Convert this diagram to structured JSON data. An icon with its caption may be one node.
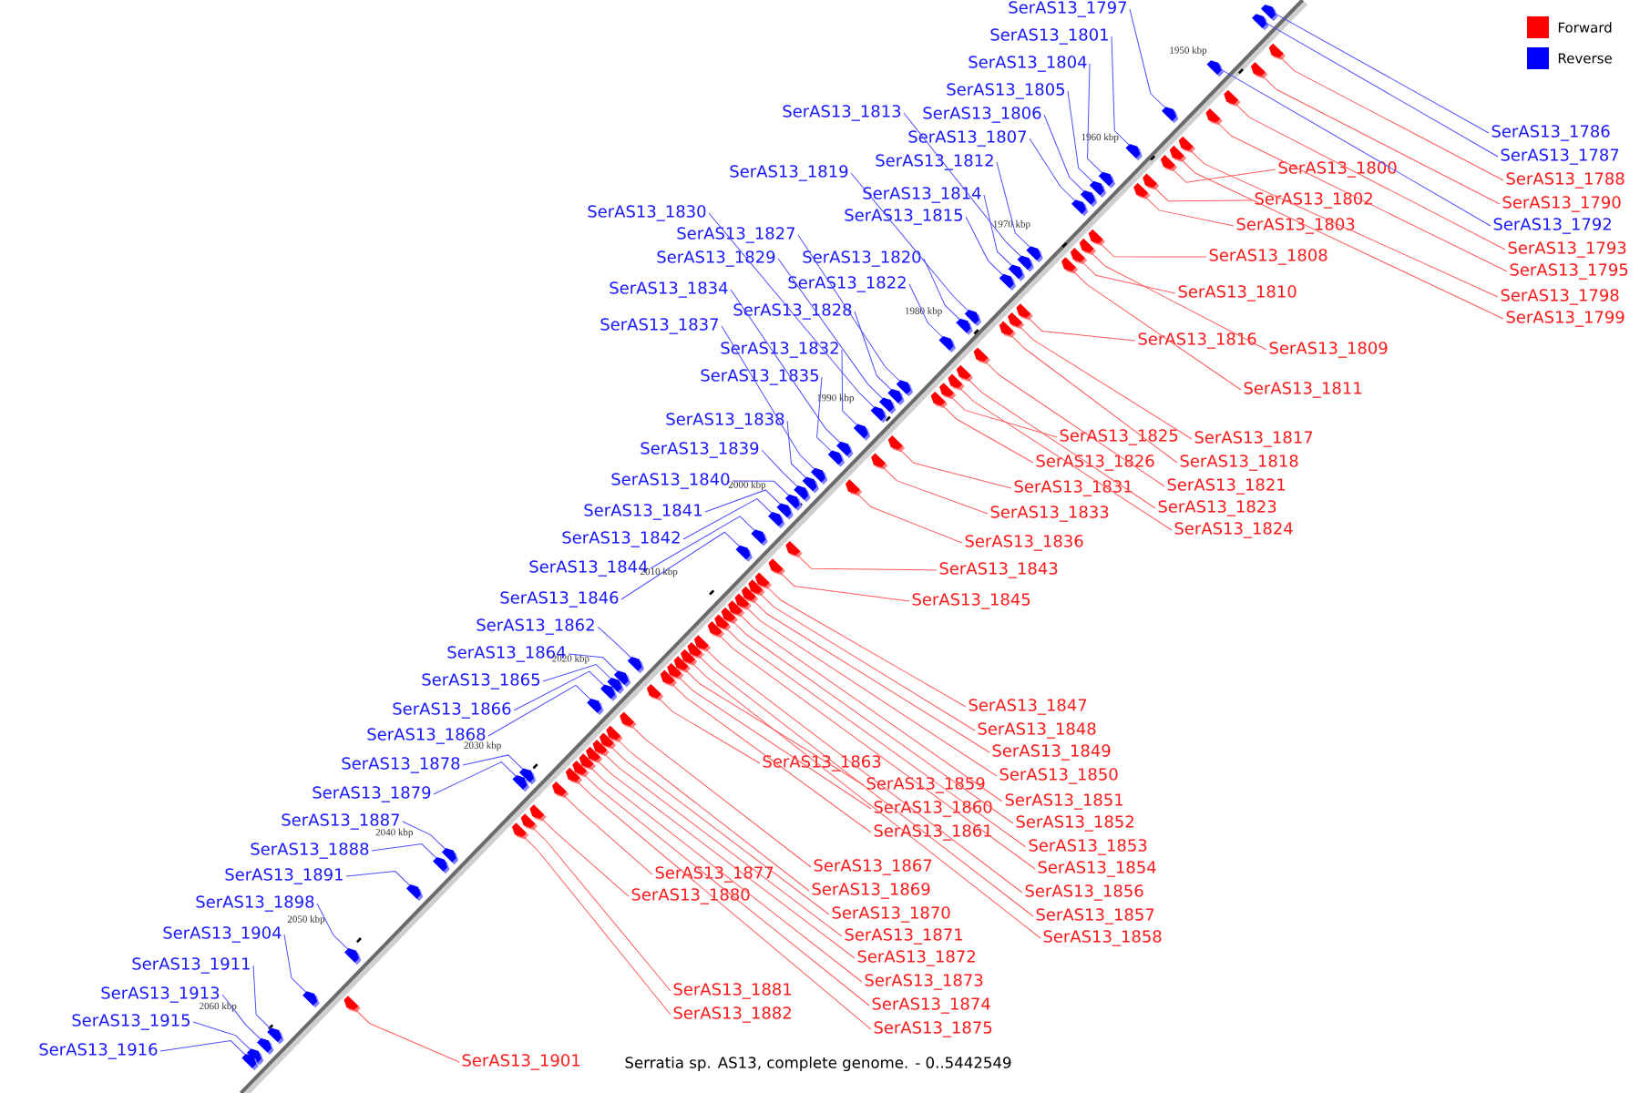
{
  "diagram": {
    "caption": "Serratia sp. AS13, complete genome. - 0..5442549",
    "nodes": [
      {
        "text": [
          "SerAS13_1797"
        ]
      },
      {
        "text": [
          "SerAS13_1801"
        ]
      },
      {
        "text": [
          "SerAS13_1804"
        ]
      },
      {
        "text": [
          "SerAS13_1805"
        ]
      },
      {
        "text": [
          "SerAS13_1813"
        ]
      },
      {
        "text": [
          "SerAS13_1806"
        ]
      },
      {
        "text": [
          "SerAS13_1807"
        ]
      },
      {
        "text": [
          "SerAS13_1812"
        ]
      },
      {
        "text": [
          "SerAS13_1819"
        ]
      },
      {
        "text": [
          "SerAS13_1814"
        ]
      },
      {
        "text": [
          "SerAS13_1815"
        ]
      },
      {
        "text": [
          "SerAS13_1830"
        ]
      },
      {
        "text": [
          "SerAS13_1827"
        ]
      },
      {
        "text": [
          "SerAS13_1829"
        ]
      },
      {
        "text": [
          "SerAS13_1820"
        ]
      },
      {
        "text": [
          "SerAS13_1822"
        ]
      },
      {
        "text": [
          "SerAS13_1834"
        ]
      },
      {
        "text": [
          "SerAS13_1828"
        ]
      },
      {
        "text": [
          "SerAS13_1837"
        ]
      },
      {
        "text": [
          "SerAS13_1832"
        ]
      },
      {
        "text": [
          "SerAS13_1835"
        ]
      },
      {
        "text": [
          "SerAS13_1838"
        ]
      },
      {
        "text": [
          "SerAS13_1839"
        ]
      },
      {
        "text": [
          "SerAS13_1840"
        ]
      },
      {
        "text": [
          "SerAS13_1841"
        ]
      },
      {
        "text": [
          "SerAS13_1842"
        ]
      },
      {
        "text": [
          "SerAS13_1844"
        ]
      },
      {
        "text": [
          "SerAS13_1846"
        ]
      },
      {
        "text": [
          "SerAS13_1862"
        ]
      },
      {
        "text": [
          "SerAS13_1864"
        ]
      },
      {
        "text": [
          "SerAS13_1865"
        ]
      },
      {
        "text": [
          "SerAS13_1866"
        ]
      },
      {
        "text": [
          "SerAS13_1868"
        ]
      },
      {
        "text": [
          "SerAS13_1878"
        ]
      },
      {
        "text": [
          "SerAS13_1879"
        ]
      },
      {
        "text": [
          "SerAS13_1887"
        ]
      },
      {
        "text": [
          "SerAS13_1888"
        ]
      },
      {
        "text": [
          "SerAS13_1891"
        ]
      },
      {
        "text": [
          "SerAS13_1898"
        ]
      },
      {
        "text": [
          "SerAS13_1904"
        ]
      },
      {
        "text": [
          "SerAS13_1911"
        ]
      },
      {
        "text": [
          "SerAS13_1913"
        ]
      },
      {
        "text": [
          "SerAS13_1915"
        ]
      },
      {
        "text": [
          "SerAS13_1916"
        ]
      },
      {
        "text": [
          "SerAS13_1786"
        ]
      },
      {
        "text": [
          "SerAS13_1787"
        ]
      },
      {
        "text": [
          "SerAS13_1792"
        ]
      },
      {
        "text": [
          "SerAS13_1788"
        ]
      },
      {
        "text": [
          "SerAS13_1790"
        ]
      },
      {
        "text": [
          "SerAS13_1793"
        ]
      },
      {
        "text": [
          "SerAS13_1795"
        ]
      },
      {
        "text": [
          "SerAS13_1798"
        ]
      },
      {
        "text": [
          "SerAS13_1799"
        ]
      },
      {
        "text": [
          "SerAS13_1800"
        ]
      },
      {
        "text": [
          "SerAS13_1802"
        ]
      },
      {
        "text": [
          "SerAS13_1803"
        ]
      },
      {
        "text": [
          "SerAS13_1808"
        ]
      },
      {
        "text": [
          "SerAS13_1810"
        ]
      },
      {
        "text": [
          "SerAS13_1816"
        ]
      },
      {
        "text": [
          "SerAS13_1809"
        ]
      },
      {
        "text": [
          "SerAS13_1811"
        ]
      },
      {
        "text": [
          "SerAS13_1825"
        ]
      },
      {
        "text": [
          "SerAS13_1817"
        ]
      },
      {
        "text": [
          "SerAS13_1826"
        ]
      },
      {
        "text": [
          "SerAS13_1818"
        ]
      },
      {
        "text": [
          "SerAS13_1821"
        ]
      },
      {
        "text": [
          "SerAS13_1831"
        ]
      },
      {
        "text": [
          "SerAS13_1823"
        ]
      },
      {
        "text": [
          "SerAS13_1833"
        ]
      },
      {
        "text": [
          "SerAS13_1824"
        ]
      },
      {
        "text": [
          "SerAS13_1836"
        ]
      },
      {
        "text": [
          "SerAS13_1843"
        ]
      },
      {
        "text": [
          "SerAS13_1845"
        ]
      },
      {
        "text": [
          "SerAS13_1847"
        ]
      },
      {
        "text": [
          "SerAS13_1848"
        ]
      },
      {
        "text": [
          "SerAS13_1849"
        ]
      },
      {
        "text": [
          "SerAS13_1863"
        ]
      },
      {
        "text": [
          "SerAS13_1850"
        ]
      },
      {
        "text": [
          "SerAS13_1859"
        ]
      },
      {
        "text": [
          "SerAS13_1851"
        ]
      },
      {
        "text": [
          "SerAS13_1860"
        ]
      },
      {
        "text": [
          "SerAS13_1852"
        ]
      },
      {
        "text": [
          "SerAS13_1861"
        ]
      },
      {
        "text": [
          "SerAS13_1853"
        ]
      },
      {
        "text": [
          "SerAS13_1854"
        ]
      },
      {
        "text": [
          "SerAS13_1877"
        ]
      },
      {
        "text": [
          "SerAS13_1867"
        ]
      },
      {
        "text": [
          "SerAS13_1856"
        ]
      },
      {
        "text": [
          "SerAS13_1880"
        ]
      },
      {
        "text": [
          "SerAS13_1869"
        ]
      },
      {
        "text": [
          "SerAS13_1857"
        ]
      },
      {
        "text": [
          "SerAS13_1870"
        ]
      },
      {
        "text": [
          "SerAS13_1858"
        ]
      },
      {
        "text": [
          "SerAS13_1871"
        ]
      },
      {
        "text": [
          "SerAS13_1872"
        ]
      },
      {
        "text": [
          "SerAS13_1873"
        ]
      },
      {
        "text": [
          "SerAS13_1881"
        ]
      },
      {
        "text": [
          "SerAS13_1874"
        ]
      },
      {
        "text": [
          "SerAS13_1882"
        ]
      },
      {
        "text": [
          "SerAS13_1875"
        ]
      },
      {
        "text": [
          "SerAS13_1901"
        ]
      },
      {
        "text": [],
        "shape": "arrow"
      },
      {
        "text": [],
        "shape": "arrow"
      },
      {
        "text": [],
        "shape": "arrow"
      },
      {
        "text": [],
        "shape": "arrow"
      },
      {
        "text": [],
        "shape": "arrow"
      },
      {
        "text": [],
        "shape": "arrow"
      },
      {
        "text": [],
        "shape": "arrow"
      },
      {
        "text": [],
        "shape": "arrow"
      },
      {
        "text": [],
        "shape": "arrow"
      },
      {
        "text": [],
        "shape": "arrow"
      },
      {
        "text": [],
        "shape": "arrow"
      },
      {
        "text": [],
        "shape": "arrow"
      },
      {
        "text": [],
        "shape": "arrow"
      },
      {
        "text": [],
        "shape": "arrow"
      },
      {
        "text": [],
        "shape": "arrow"
      },
      {
        "text": [],
        "shape": "arrow"
      },
      {
        "text": [],
        "shape": "arrow"
      },
      {
        "text": [],
        "shape": "arrow"
      },
      {
        "text": [],
        "shape": "arrow"
      },
      {
        "text": [],
        "shape": "arrow"
      },
      {
        "text": [],
        "shape": "arrow"
      },
      {
        "text": [],
        "shape": "arrow"
      },
      {
        "text": [],
        "shape": "arrow"
      },
      {
        "text": [],
        "shape": "arrow"
      },
      {
        "text": [],
        "shape": "arrow"
      },
      {
        "text": [],
        "shape": "arrow"
      },
      {
        "text": [],
        "shape": "arrow"
      },
      {
        "text": [],
        "shape": "arrow"
      },
      {
        "text": [],
        "shape": "arrow"
      },
      {
        "text": [],
        "shape": "arrow"
      },
      {
        "text": [],
        "shape": "arrow"
      },
      {
        "text": [],
        "shape": "arrow"
      },
      {
        "text": [],
        "shape": "arrow"
      },
      {
        "text": [],
        "shape": "arrow"
      },
      {
        "text": [],
        "shape": "arrow"
      },
      {
        "text": [],
        "shape": "arrow"
      },
      {
        "text": [],
        "shape": "arrow"
      },
      {
        "text": [],
        "shape": "arrow"
      },
      {
        "text": [],
        "shape": "arrow"
      },
      {
        "text": [],
        "shape": "arrow"
      },
      {
        "text": [],
        "shape": "arrow"
      },
      {
        "text": [],
        "shape": "arrow"
      },
      {
        "text": [],
        "shape": "arrow"
      },
      {
        "text": [],
        "shape": "arrow"
      },
      {
        "text": [],
        "shape": "arrow"
      },
      {
        "text": [],
        "shape": "arrow"
      },
      {
        "text": [],
        "shape": "arrow"
      },
      {
        "text": [],
        "shape": "arrow"
      },
      {
        "text": [],
        "shape": "arrow"
      },
      {
        "text": [],
        "shape": "arrow"
      },
      {
        "text": [],
        "shape": "arrow"
      },
      {
        "text": [],
        "shape": "arrow"
      },
      {
        "text": [],
        "shape": "arrow"
      },
      {
        "text": [],
        "shape": "arrow"
      },
      {
        "text": [],
        "shape": "arrow"
      },
      {
        "text": [],
        "shape": "arrow"
      },
      {
        "text": [],
        "shape": "arrow"
      },
      {
        "text": [],
        "shape": "arrow"
      },
      {
        "text": [],
        "shape": "arrow"
      },
      {
        "text": [],
        "shape": "arrow"
      },
      {
        "text": [],
        "shape": "arrow"
      },
      {
        "text": [],
        "shape": "arrow"
      },
      {
        "text": [],
        "shape": "arrow"
      },
      {
        "text": [],
        "shape": "arrow"
      },
      {
        "text": [],
        "shape": "arrow"
      },
      {
        "text": [],
        "shape": "arrow"
      },
      {
        "text": [],
        "shape": "arrow"
      },
      {
        "text": [],
        "shape": "arrow"
      },
      {
        "text": [],
        "shape": "arrow"
      },
      {
        "text": [],
        "shape": "arrow"
      },
      {
        "text": [],
        "shape": "arrow"
      },
      {
        "text": [],
        "shape": "arrow"
      },
      {
        "text": [],
        "shape": "arrow"
      },
      {
        "text": [],
        "shape": "arrow"
      },
      {
        "text": [],
        "shape": "arrow"
      },
      {
        "text": [],
        "shape": "arrow"
      },
      {
        "text": [],
        "shape": "arrow"
      },
      {
        "text": [],
        "shape": "arrow"
      },
      {
        "text": [],
        "shape": "arrow"
      },
      {
        "text": [],
        "shape": "arrow"
      },
      {
        "text": [],
        "shape": "arrow"
      },
      {
        "text": [],
        "shape": "arrow"
      },
      {
        "text": [],
        "shape": "arrow"
      },
      {
        "text": [],
        "shape": "arrow"
      },
      {
        "text": [],
        "shape": "arrow"
      },
      {
        "text": [],
        "shape": "arrow"
      },
      {
        "text": [],
        "shape": "arrow"
      },
      {
        "text": [],
        "shape": "arrow"
      },
      {
        "text": [],
        "shape": "arrow"
      },
      {
        "text": [],
        "shape": "arrow"
      },
      {
        "text": [],
        "shape": "arrow"
      },
      {
        "text": [],
        "shape": "arrow"
      },
      {
        "text": [],
        "shape": "arrow"
      },
      {
        "text": [],
        "shape": "arrow"
      },
      {
        "text": [],
        "shape": "arrow"
      },
      {
        "text": [],
        "shape": "arrow"
      },
      {
        "text": [],
        "shape": "arrow"
      },
      {
        "text": [],
        "shape": "arrow"
      },
      {
        "text": [],
        "shape": "arrow"
      },
      {
        "text": [],
        "shape": "arrow"
      },
      {
        "text": [],
        "shape": "arrow"
      }
    ],
    "edges": [
      {
        "from": 0,
        "to": 101,
        "arrow": "none",
        "color": "#4d4dff"
      },
      {
        "from": 1,
        "to": 102,
        "arrow": "none",
        "color": "#4d4dff"
      },
      {
        "from": 2,
        "to": 103,
        "arrow": "none",
        "color": "#4d4dff"
      },
      {
        "from": 3,
        "to": 104,
        "arrow": "none",
        "color": "#4d4dff"
      },
      {
        "from": 4,
        "to": 105,
        "arrow": "none",
        "color": "#4d4dff"
      },
      {
        "from": 5,
        "to": 106,
        "arrow": "none",
        "color": "#4d4dff"
      },
      {
        "from": 6,
        "to": 107,
        "arrow": "none",
        "color": "#4d4dff"
      },
      {
        "from": 7,
        "to": 108,
        "arrow": "none",
        "color": "#4d4dff"
      },
      {
        "from": 8,
        "to": 109,
        "arrow": "none",
        "color": "#4d4dff"
      },
      {
        "from": 9,
        "to": 110,
        "arrow": "none",
        "color": "#4d4dff"
      },
      {
        "from": 10,
        "to": 111,
        "arrow": "none",
        "color": "#4d4dff"
      },
      {
        "from": 11,
        "to": 112,
        "arrow": "none",
        "color": "#4d4dff"
      },
      {
        "from": 12,
        "to": 113,
        "arrow": "none",
        "color": "#4d4dff"
      },
      {
        "from": 13,
        "to": 114,
        "arrow": "none",
        "color": "#4d4dff"
      },
      {
        "from": 14,
        "to": 115,
        "arrow": "none",
        "color": "#4d4dff"
      },
      {
        "from": 15,
        "to": 116,
        "arrow": "none",
        "color": "#4d4dff"
      },
      {
        "from": 16,
        "to": 117,
        "arrow": "none",
        "color": "#4d4dff"
      },
      {
        "from": 17,
        "to": 118,
        "arrow": "none",
        "color": "#4d4dff"
      },
      {
        "from": 18,
        "to": 119,
        "arrow": "none",
        "color": "#4d4dff"
      },
      {
        "from": 19,
        "to": 120,
        "arrow": "none",
        "color": "#4d4dff"
      },
      {
        "from": 20,
        "to": 121,
        "arrow": "none",
        "color": "#4d4dff"
      },
      {
        "from": 21,
        "to": 122,
        "arrow": "none",
        "color": "#4d4dff"
      },
      {
        "from": 22,
        "to": 123,
        "arrow": "none",
        "color": "#4d4dff"
      },
      {
        "from": 23,
        "to": 124,
        "arrow": "none",
        "color": "#4d4dff"
      },
      {
        "from": 24,
        "to": 125,
        "arrow": "none",
        "color": "#4d4dff"
      },
      {
        "from": 25,
        "to": 126,
        "arrow": "none",
        "color": "#4d4dff"
      },
      {
        "from": 26,
        "to": 127,
        "arrow": "none",
        "color": "#4d4dff"
      },
      {
        "from": 27,
        "to": 128,
        "arrow": "none",
        "color": "#4d4dff"
      },
      {
        "from": 28,
        "to": 129,
        "arrow": "none",
        "color": "#4d4dff"
      },
      {
        "from": 29,
        "to": 130,
        "arrow": "none",
        "color": "#4d4dff"
      },
      {
        "from": 30,
        "to": 131,
        "arrow": "none",
        "color": "#4d4dff"
      },
      {
        "from": 31,
        "to": 132,
        "arrow": "none",
        "color": "#4d4dff"
      },
      {
        "from": 32,
        "to": 133,
        "arrow": "none",
        "color": "#4d4dff"
      },
      {
        "from": 33,
        "to": 134,
        "arrow": "none",
        "color": "#4d4dff"
      },
      {
        "from": 34,
        "to": 135,
        "arrow": "none",
        "color": "#4d4dff"
      },
      {
        "from": 35,
        "to": 136,
        "arrow": "none",
        "color": "#4d4dff"
      },
      {
        "from": 36,
        "to": 137,
        "arrow": "none",
        "color": "#4d4dff"
      },
      {
        "from": 37,
        "to": 138,
        "arrow": "none",
        "color": "#4d4dff"
      },
      {
        "from": 38,
        "to": 139,
        "arrow": "none",
        "color": "#4d4dff"
      },
      {
        "from": 39,
        "to": 140,
        "arrow": "none",
        "color": "#4d4dff"
      },
      {
        "from": 40,
        "to": 141,
        "arrow": "none",
        "color": "#4d4dff"
      },
      {
        "from": 41,
        "to": 142,
        "arrow": "none",
        "color": "#4d4dff"
      },
      {
        "from": 42,
        "to": 143,
        "arrow": "none",
        "color": "#4d4dff"
      },
      {
        "from": 43,
        "to": 144,
        "arrow": "none",
        "color": "#4d4dff"
      },
      {
        "from": 44,
        "to": 145,
        "arrow": "none",
        "color": "#4d4dff"
      },
      {
        "from": 45,
        "to": 146,
        "arrow": "none",
        "color": "#4d4dff"
      },
      {
        "from": 46,
        "to": 147,
        "arrow": "none",
        "color": "#4d4dff"
      },
      {
        "from": 47,
        "to": 148,
        "arrow": "none"
      },
      {
        "from": 48,
        "to": 149,
        "arrow": "none"
      },
      {
        "from": 49,
        "to": 150,
        "arrow": "none"
      },
      {
        "from": 50,
        "to": 151,
        "arrow": "none"
      },
      {
        "from": 51,
        "to": 152,
        "arrow": "none"
      },
      {
        "from": 52,
        "to": 153,
        "arrow": "none"
      },
      {
        "from": 53,
        "to": 154,
        "arrow": "none"
      },
      {
        "from": 54,
        "to": 155,
        "arrow": "none"
      },
      {
        "from": 55,
        "to": 156,
        "arrow": "none"
      },
      {
        "from": 56,
        "to": 157,
        "arrow": "none"
      },
      {
        "from": 57,
        "to": 158,
        "arrow": "none"
      },
      {
        "from": 58,
        "to": 159,
        "arrow": "none"
      },
      {
        "from": 59,
        "to": 160,
        "arrow": "none"
      },
      {
        "from": 60,
        "to": 161,
        "arrow": "none"
      },
      {
        "from": 61,
        "to": 162,
        "arrow": "none"
      },
      {
        "from": 62,
        "to": 163,
        "arrow": "none"
      },
      {
        "from": 63,
        "to": 164,
        "arrow": "none"
      },
      {
        "from": 64,
        "to": 165,
        "arrow": "none"
      },
      {
        "from": 65,
        "to": 166,
        "arrow": "none"
      },
      {
        "from": 66,
        "to": 167,
        "arrow": "none"
      },
      {
        "from": 67,
        "to": 168,
        "arrow": "none"
      },
      {
        "from": 68,
        "to": 169,
        "arrow": "none"
      },
      {
        "from": 69,
        "to": 170,
        "arrow": "none"
      },
      {
        "from": 70,
        "to": 171,
        "arrow": "none"
      },
      {
        "from": 71,
        "to": 172,
        "arrow": "none"
      },
      {
        "from": 72,
        "to": 173,
        "arrow": "none"
      },
      {
        "from": 73,
        "to": 174,
        "arrow": "none"
      },
      {
        "from": 74,
        "to": 175,
        "arrow": "none"
      },
      {
        "from": 75,
        "to": 176,
        "arrow": "none"
      },
      {
        "from": 76,
        "to": 177,
        "arrow": "none"
      },
      {
        "from": 77,
        "to": 178,
        "arrow": "none"
      },
      {
        "from": 78,
        "to": 179,
        "arrow": "none"
      },
      {
        "from": 79,
        "to": 180,
        "arrow": "none"
      },
      {
        "from": 80,
        "to": 181,
        "arrow": "none"
      },
      {
        "from": 81,
        "to": 182,
        "arrow": "none"
      },
      {
        "from": 82,
        "to": 183,
        "arrow": "none"
      },
      {
        "from": 83,
        "to": 184,
        "arrow": "none"
      },
      {
        "from": 84,
        "to": 185,
        "arrow": "none"
      },
      {
        "from": 85,
        "to": 186,
        "arrow": "none"
      },
      {
        "from": 86,
        "to": 187,
        "arrow": "none"
      },
      {
        "from": 87,
        "to": 188,
        "arrow": "none"
      },
      {
        "from": 88,
        "to": 189,
        "arrow": "none"
      },
      {
        "from": 89,
        "to": 190,
        "arrow": "none"
      },
      {
        "from": 90,
        "to": 191,
        "arrow": "none"
      },
      {
        "from": 91,
        "to": 192,
        "arrow": "none"
      },
      {
        "from": 92,
        "to": 193,
        "arrow": "none"
      },
      {
        "from": 93,
        "to": 194,
        "arrow": "none"
      },
      {
        "from": 94,
        "to": 195,
        "arrow": "none"
      },
      {
        "from": 95,
        "to": 196,
        "arrow": "none"
      },
      {
        "from": 96,
        "to": 197,
        "arrow": "none"
      },
      {
        "from": 97,
        "to": 198,
        "arrow": "none"
      },
      {
        "from": 98,
        "to": 199,
        "arrow": "none"
      },
      {
        "from": 99,
        "to": 200,
        "arrow": "none"
      },
      {
        "from": 100,
        "to": 201,
        "arrow": "none"
      }
    ],
    "labels": [
      "1950 kbp",
      "1960 kbp",
      "1970 kbp",
      "1980 kbp",
      "1990 kbp",
      "2000 kbp",
      "2010 kbp",
      "2020 kbp",
      "2030 kbp",
      "2040 kbp",
      "2050 kbp",
      "2060 kbp"
    ],
    "legend": [
      {
        "text": "Forward",
        "color": "#ff0000"
      },
      {
        "text": "Reverse",
        "color": "#0000ff"
      }
    ]
  }
}
